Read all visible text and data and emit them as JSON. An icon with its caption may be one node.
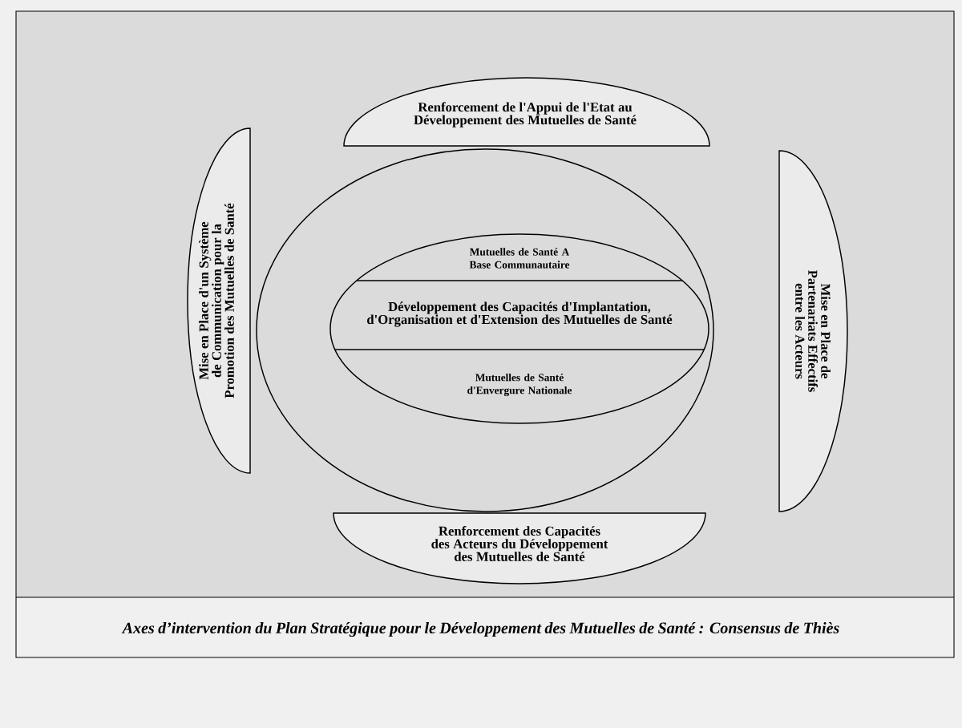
{
  "diagram": {
    "nodes": [
      {
        "text": [
          "Renforcement de l'Appui de l'Etat au Développement des Mutuelles de Santé"
        ]
      },
      {
        "text": [
          "Mise en Place d'un Système de Communication pour la Promotion des Mutuelles de Santé"
        ]
      },
      {
        "text": [],
        "shape": "ellipse"
      },
      {
        "text": [
          "Mutuelles de Santé A Base Communautaire",
          "Mutuelles de Santé d'Envergure Nationale"
        ],
        "in": 2
      },
      {
        "text": [
          "Développement des Capacités d'Implantation, d'Organisation et d'Extension des Mutuelles de Santé"
        ],
        "in": 3
      },
      {
        "text": [
          "Mise en Place de Partenariats Effectifs entre les Acteurs"
        ]
      },
      {
        "text": [
          "Renforcement des Capacités des Acteurs du Développement des Mutuelles de Santé"
        ]
      }
    ],
    "edges": [],
    "caption": "Axes d’intervention du Plan Stratégique pour le Développement des Mutuelles de Santé : Consensus de Thiès"
  }
}
